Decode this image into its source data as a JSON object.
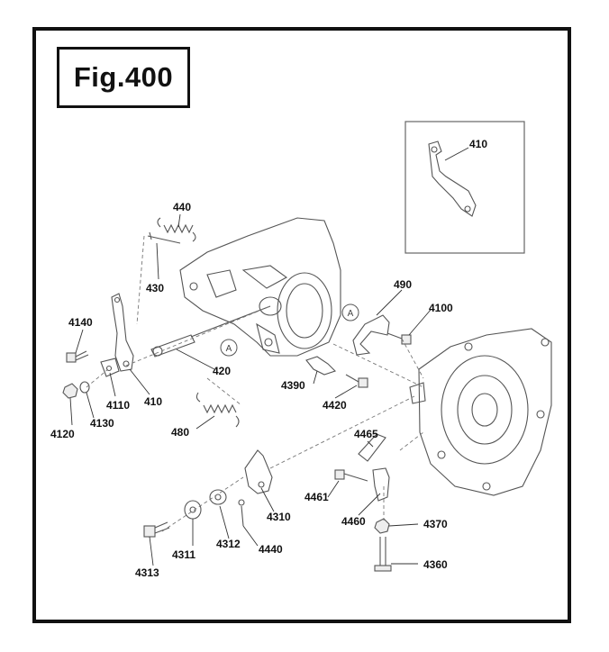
{
  "figure": {
    "title": "Fig.400"
  },
  "callouts": [
    {
      "id": "410_inset",
      "text": "410"
    },
    {
      "id": "440",
      "text": "440"
    },
    {
      "id": "430",
      "text": "430"
    },
    {
      "id": "490",
      "text": "490"
    },
    {
      "id": "4100",
      "text": "4100"
    },
    {
      "id": "4140",
      "text": "4140"
    },
    {
      "id": "420",
      "text": "420"
    },
    {
      "id": "4390",
      "text": "4390"
    },
    {
      "id": "4420",
      "text": "4420"
    },
    {
      "id": "4110",
      "text": "4110"
    },
    {
      "id": "410",
      "text": "410"
    },
    {
      "id": "4120",
      "text": "4120"
    },
    {
      "id": "4130",
      "text": "4130"
    },
    {
      "id": "480",
      "text": "480"
    },
    {
      "id": "4465",
      "text": "4465"
    },
    {
      "id": "4461",
      "text": "4461"
    },
    {
      "id": "4310",
      "text": "4310"
    },
    {
      "id": "4460",
      "text": "4460"
    },
    {
      "id": "4370",
      "text": "4370"
    },
    {
      "id": "4312",
      "text": "4312"
    },
    {
      "id": "4440",
      "text": "4440"
    },
    {
      "id": "4311",
      "text": "4311"
    },
    {
      "id": "4360",
      "text": "4360"
    },
    {
      "id": "4313",
      "text": "4313"
    }
  ],
  "markers": {
    "a1": "A",
    "a2": "A"
  }
}
